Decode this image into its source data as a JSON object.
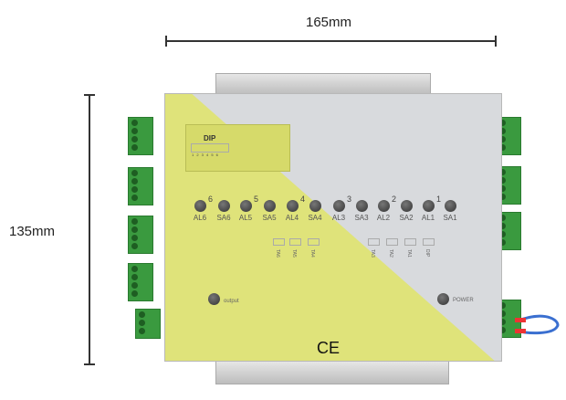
{
  "dimensions": {
    "width": "165mm",
    "height": "135mm"
  },
  "dip": {
    "label": "DIP",
    "numbers": "1 2 3 4 5 6"
  },
  "leds": [
    {
      "label": "AL6",
      "group": "6"
    },
    {
      "label": "SA6",
      "group": ""
    },
    {
      "label": "AL5",
      "group": "5"
    },
    {
      "label": "SA5",
      "group": ""
    },
    {
      "label": "AL4",
      "group": "4"
    },
    {
      "label": "SA4",
      "group": ""
    },
    {
      "label": "AL3",
      "group": "3"
    },
    {
      "label": "SA3",
      "group": ""
    },
    {
      "label": "AL2",
      "group": "2"
    },
    {
      "label": "SA2",
      "group": ""
    },
    {
      "label": "AL1",
      "group": "1"
    },
    {
      "label": "SA1",
      "group": ""
    }
  ],
  "ports": [
    "TA6",
    "TA5",
    "TA4",
    "TA3",
    "TA2",
    "TA1",
    "DIP"
  ],
  "indicators": {
    "output": "output",
    "power": "POWER"
  },
  "mark": "CE",
  "colors": {
    "panel_yellow": "#dfe37a",
    "panel_gray": "#d8dadd",
    "terminal_green": "#3a9a3f"
  }
}
